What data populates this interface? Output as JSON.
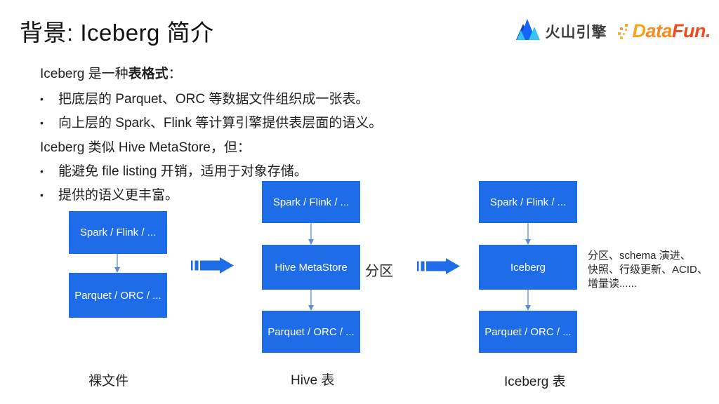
{
  "slide": {
    "title": "背景: Iceberg 简介"
  },
  "logos": {
    "volcengine": "火山引擎",
    "datafun": {
      "d": "D",
      "ata": "ata",
      "fun": "Fun."
    }
  },
  "content": {
    "heading1_prefix": "Iceberg 是一种",
    "heading1_bold": "表格式",
    "heading1_suffix": "：",
    "bullets1": [
      "把底层的 Parquet、ORC 等数据文件组织成一张表。",
      "向上层的 Spark、Flink 等计算引擎提供表层面的语义。"
    ],
    "heading2": "Iceberg 类似 Hive MetaStore，但：",
    "bullets2": [
      "能避免 file listing 开销，适用于对象存储。",
      "提供的语义更丰富。"
    ]
  },
  "diagram": {
    "columns": [
      {
        "label": "裸文件",
        "boxes": [
          "Spark / Flink / ...",
          "Parquet / ORC / ..."
        ]
      },
      {
        "label": "Hive 表",
        "boxes": [
          "Spark / Flink / ...",
          "Hive MetaStore",
          "Parquet / ORC / ..."
        ]
      },
      {
        "label": "Iceberg 表",
        "boxes": [
          "Spark / Flink / ...",
          "Iceberg",
          "Parquet / ORC / ..."
        ]
      }
    ],
    "hive_annotation": "分区",
    "iceberg_annotation_lines": [
      "分区、schema 演进、",
      "快照、行级更新、ACID、",
      "增量读......"
    ],
    "colors": {
      "box_blue": "#1f6ce8",
      "connector_blue": "#5c8bd9",
      "volcengine_blue": "#1664ff",
      "volcengine_dark_blue": "#0e42d2",
      "volcengine_cyan": "#33c6f0",
      "datafun_yellow": "#f6a51c",
      "datafun_orange": "#f68b1f",
      "datafun_red": "#ef4c1f"
    }
  }
}
